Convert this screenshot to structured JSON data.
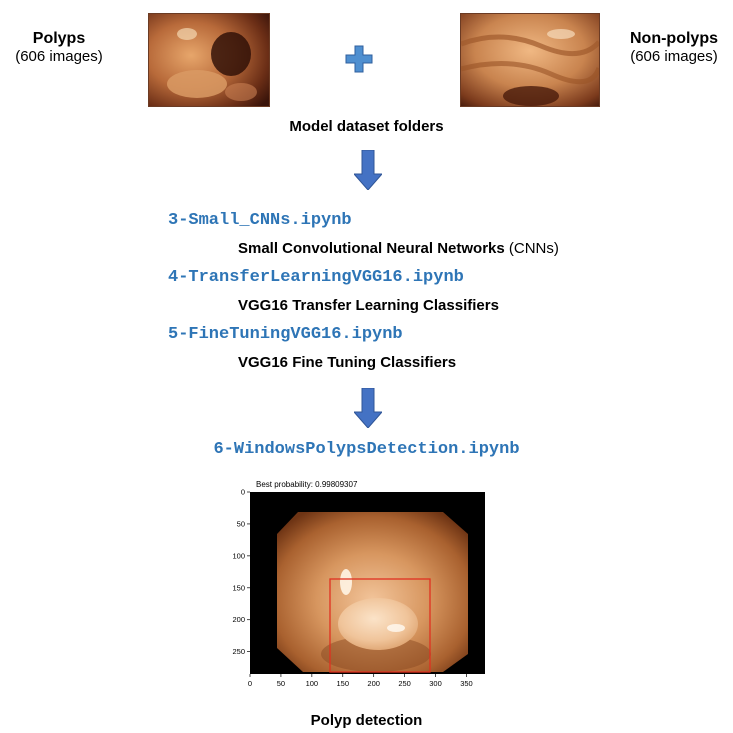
{
  "left": {
    "title": "Polyps",
    "count": "(606 images)"
  },
  "right": {
    "title": "Non-polyps",
    "count": "(606 images)"
  },
  "dataset_caption": "Model dataset folders",
  "notebooks": [
    {
      "file": "3-Small_CNNs.ipynb",
      "desc_bold": "Small Convolutional Neural Networks",
      "desc_extra": "(CNNs)"
    },
    {
      "file": "4-TransferLearningVGG16.ipynb",
      "desc_bold": "VGG16 Transfer Learning Classifiers",
      "desc_extra": ""
    },
    {
      "file": "5-FineTuningVGG16.ipynb",
      "desc_bold": "VGG16 Fine Tuning Classifiers",
      "desc_extra": ""
    }
  ],
  "detection_notebook": "6-WindowsPolypsDetection.ipynb",
  "plot": {
    "title": "Best probability: 0.99809307",
    "x_ticks": [
      "0",
      "50",
      "100",
      "150",
      "200",
      "250",
      "300",
      "350"
    ],
    "y_ticks": [
      "0",
      "50",
      "100",
      "150",
      "200",
      "250"
    ],
    "box_color": "#e03020"
  },
  "final_caption": "Polyp detection",
  "colors": {
    "accent": "#2e75b6",
    "arrow": "#4472c4"
  }
}
